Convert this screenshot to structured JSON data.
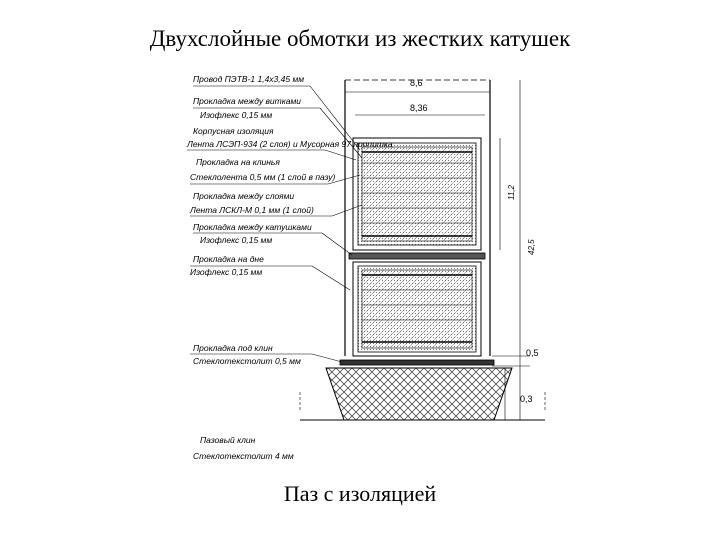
{
  "title": "Двухслойные обмотки из жестких катушек",
  "caption": "Паз с изоляцией",
  "labels": [
    {
      "line1": "Провод ПЭТВ-1 1,4х3,45 мм",
      "line2": ""
    },
    {
      "line1": "Прокладка между витками",
      "line2": "Изофлекс 0,15 мм"
    },
    {
      "line1": "Корпусная изоляция",
      "line2": "Лента ЛСЭП-934 (2 слоя) и Мусорная 97 пропитка"
    },
    {
      "line1": "Прокладка на клинья",
      "line2": "Стеклолента 0,5 мм (1 слой в пазу)"
    },
    {
      "line1": "Прокладка между слоями",
      "line2": "Лента ЛСКЛ-М 0,1 мм (1 слой)"
    },
    {
      "line1": "Прокладка между катушками",
      "line2": "Изофлекс 0,15 мм"
    },
    {
      "line1": "Прокладка на дне",
      "line2": "Изофлекс 0,15 мм"
    },
    {
      "line1": "Прокладка под клин",
      "line2": "Стеклотекстолит 0,5 мм"
    },
    {
      "line1": "Пазовый клин",
      "line2": "Стеклотекстолит 4 мм"
    }
  ],
  "dims": {
    "top_width": "8,6",
    "inner_width": "8,36",
    "coil_height": "11,2",
    "total_height": "42,5",
    "wedge_pad": "0,5",
    "wedge_gap": "0,3"
  }
}
